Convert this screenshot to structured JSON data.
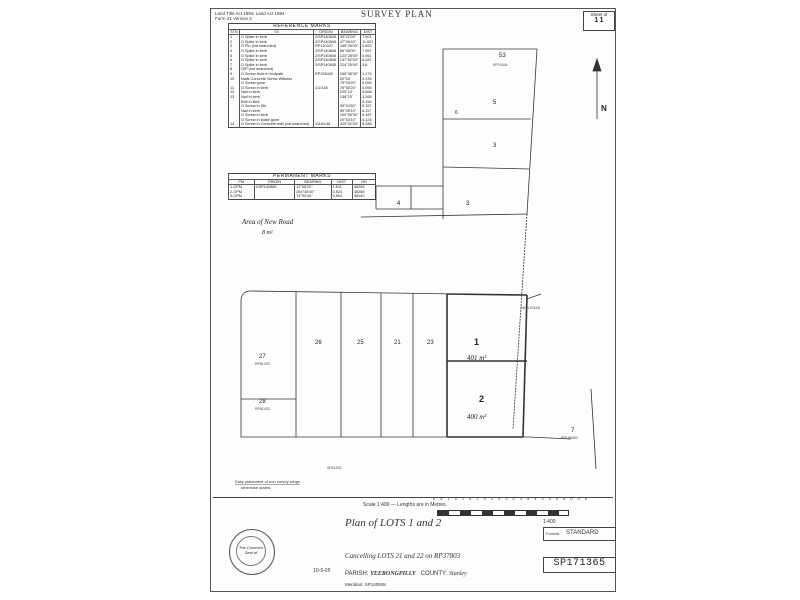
{
  "header": {
    "left_lines": [
      "Land Title Act 1994; Land Act 1994",
      "Form 21 Version 2"
    ],
    "title": "SURVEY PLAN",
    "sheet_label": "Sheet",
    "sheet_of": "of",
    "sheet_num": "1",
    "sheet_total": "1"
  },
  "reference_marks": {
    "title": "REFERENCE MARKS",
    "columns": [
      "STN",
      "TO",
      "ORIGIN",
      "BEARING",
      "DIST"
    ],
    "rows": [
      [
        "1",
        "O Spike in kerb",
        "2/SP140848",
        "39°22'20\"",
        "7.901"
      ],
      [
        "2",
        "O Spike in kerb",
        "2/SP140848",
        "47°06'40\"",
        "11.621"
      ],
      [
        "3",
        "O Pin (not searched)",
        "RP120027",
        "166°25'00\"",
        "0.653"
      ],
      [
        "4",
        "O Spike in kerb",
        "2/SP140848",
        "86°45'00\"",
        "7.957"
      ],
      [
        "5",
        "O Spike in kerb",
        "2/SP140848",
        "123°28'00\"",
        "5.061"
      ],
      [
        "6",
        "O Spike in kerb",
        "2/SP140848",
        "137°52'00\"",
        "6.287"
      ],
      [
        "7",
        "O Spike in kerb",
        "2/SP140848",
        "224°25'00\"",
        "3.6"
      ],
      [
        "8",
        "OIP (not searched)",
        "",
        "",
        ""
      ],
      [
        "9",
        "O Screw Hole in footpath",
        "RP158400",
        "169°45'30\"",
        "1.174"
      ],
      [
        "10",
        "Nails Concrete Screw Witness",
        "",
        "20°04'",
        "3.235"
      ],
      [
        "",
        "O Screw gone",
        "",
        "75°00'20\"",
        "5.054"
      ],
      [
        "11",
        "O Screw in kerb",
        "1/1/148",
        "76°50'20\"",
        "5.066"
      ],
      [
        "12",
        "Nail in kerb",
        "",
        "220°14'",
        "5.068"
      ],
      [
        "13",
        "Nail in kerb",
        "",
        "138°15'",
        "3.268"
      ],
      [
        "",
        "Bolt in Bed",
        "",
        "",
        "5.154"
      ],
      [
        "",
        "O Screw in Stk",
        "",
        "39°04'50\"",
        "5.157"
      ],
      [
        "",
        "Nail in kerb",
        "",
        "89°05'10\"",
        "6.117"
      ],
      [
        "",
        "O Screw in kerb",
        "",
        "100°58'30\"",
        "6.187"
      ],
      [
        "",
        "O Screw in stake gone",
        "",
        "20°53'10\"",
        "5.124"
      ],
      [
        "14",
        "O Screw in Concrete wall (not searched)",
        "1116/148",
        "329°02'20\"",
        "5.288"
      ]
    ]
  },
  "permanent_marks": {
    "title": "PERMANENT MARKS",
    "columns": [
      "PM",
      "ORIGIN",
      "BEARING",
      "DIST",
      "NO"
    ],
    "rows": [
      [
        "1-OPM",
        "2/SP142865",
        "12°06'20\"",
        "1.511",
        "48265"
      ],
      [
        "2-OPM",
        "",
        "254°45'40\"",
        "0.524",
        "48268"
      ],
      [
        "3-OPM",
        "",
        "74°00'40\"",
        "0.504",
        "38140"
      ]
    ]
  },
  "plan": {
    "new_road_label": "Area of New Road",
    "new_road_area": "8 m²",
    "lots": [
      {
        "num": "1",
        "area": "401 m²"
      },
      {
        "num": "2",
        "area": "400 m²"
      },
      {
        "num": "3"
      },
      {
        "num": "4"
      },
      {
        "num": "5"
      },
      {
        "num": "6"
      },
      {
        "num": "7"
      },
      {
        "num": "21"
      },
      {
        "num": "23"
      },
      {
        "num": "25"
      },
      {
        "num": "26"
      },
      {
        "num": "27"
      },
      {
        "num": "28"
      },
      {
        "num": "53"
      }
    ],
    "plan_refs": [
      "RP14044",
      "RP61433",
      "RP61433",
      "SP61333",
      "SP140848",
      "RP188492"
    ],
    "new_road_tag": "NEW ROAD",
    "north_label": "N",
    "notes": [
      "Easy placement of non survey wings",
      "otherwise stated."
    ]
  },
  "scale": {
    "line": "Scale 1:400 — Lengths are in Metres.",
    "ticks": [
      "0",
      "5",
      "10",
      "15",
      "20",
      "25",
      "30",
      "35",
      "40",
      "45",
      "50",
      "55"
    ]
  },
  "title_block": {
    "plan_title": "Plan of LOTS 1 and 2",
    "cancelling": "Cancelling LOTS 21 and 22 on RP37803",
    "parish_label": "PARISH:",
    "parish": "YEERONGPILLY",
    "county_label": "COUNTY:",
    "county": "Stanley",
    "meridian": "Meridian: SP140848",
    "scale_box": "1:400",
    "format_label": "Format:",
    "format": "STANDARD",
    "plan_number": "SP171365",
    "seal_text": "The Common Seal of",
    "date": "10-5-05"
  }
}
